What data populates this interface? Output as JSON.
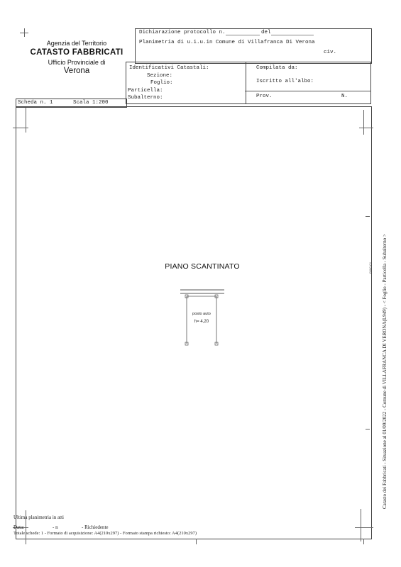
{
  "agency": {
    "line1": "Agenzia del Territorio",
    "line2": "CATASTO FABBRICATI",
    "line3": "Ufficio Provinciale di",
    "line4": "Verona"
  },
  "header": {
    "protocol_label": "Dichiarazione protocollo n.",
    "protocol_del": "del",
    "planimetria": "Planimetria di u.i.u.in Comune di Villafranca Di Verona",
    "civ": "civ.",
    "identificativi": "Identificativi Catastali:",
    "sezione": "Sezione:",
    "foglio": "Foglio:",
    "particella": "Particella:",
    "subalterno": "Subalterno:",
    "compilata": "Compilata da:",
    "iscritto": "Iscritto all'albo:",
    "prov": "Prov.",
    "n": "N."
  },
  "scheda": {
    "scheda": "Scheda n. 1",
    "scala": "Scala 1:200"
  },
  "plan": {
    "title": "PIANO SCANTINATO",
    "room_label": "posto auto",
    "room_height": "h= 4,20"
  },
  "side_text": "Catasto dei Fabbricati - Situazione al 01/09/2022 - Comune di VILLAFRANCA DI VERONA(L949) - < Foglio - Particella - Subalterno >",
  "side_small": "0000 01",
  "footer": {
    "ultima": "Ultima planimetria in atti",
    "data": "Data:",
    "n": "- n",
    "richiedente": "- Richiedente",
    "totale": "Totale schede: 1 - Formato di acquisizione: A4(210x297) - Formato stampa richiesto: A4(210x297)"
  }
}
